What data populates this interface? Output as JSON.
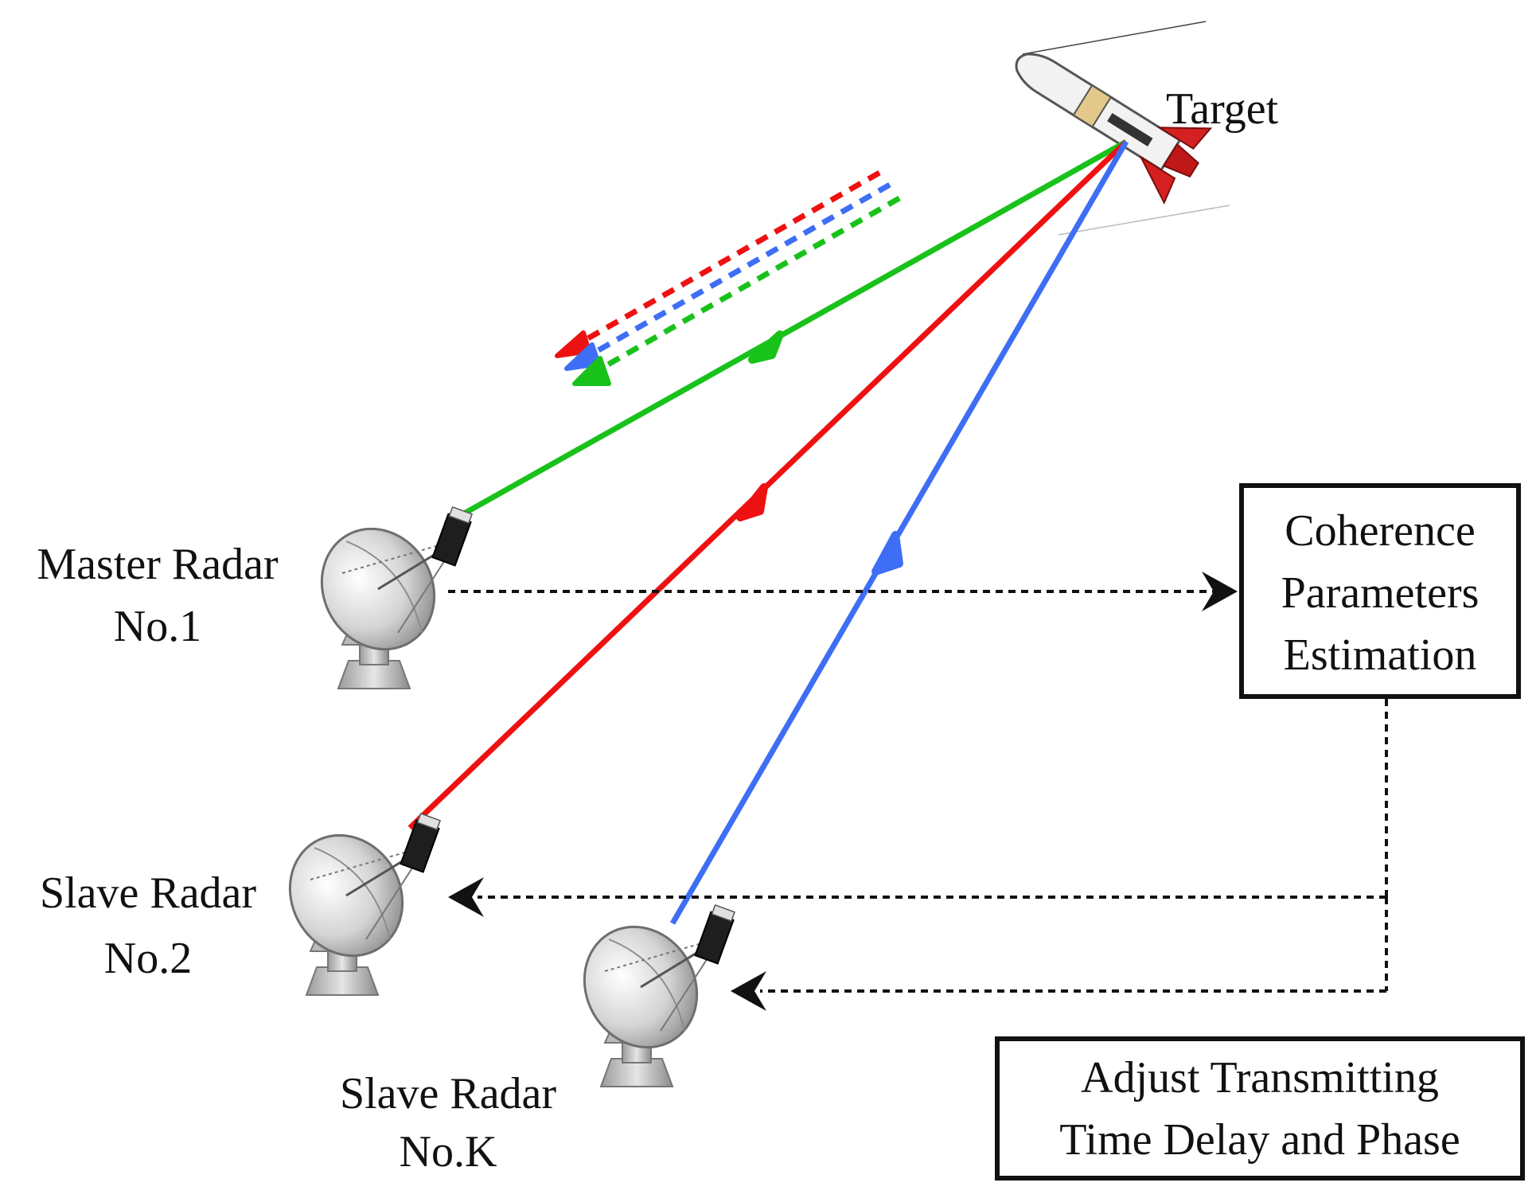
{
  "labels": {
    "target": "Target",
    "master_line1": "Master Radar",
    "master_line2": "No.1",
    "slave2_line1": "Slave Radar",
    "slave2_line2": "No.2",
    "slavek_line1": "Slave Radar",
    "slavek_line2": "No.K"
  },
  "boxes": {
    "coherence": [
      "Coherence",
      "Parameters",
      "Estimation"
    ],
    "adjust": [
      "Adjust Transmitting",
      "Time Delay and Phase"
    ]
  },
  "colors": {
    "master_link": "#19c21b",
    "slave2_link": "#ee1111",
    "slavek_link": "#3d6ef5",
    "control_link": "#111111",
    "radar_body": "#cfcfcf",
    "rocket_body": "#f2f2f2",
    "rocket_fin": "#d42020"
  },
  "icons": {
    "radar": "radar-dish-icon",
    "target": "rocket-icon"
  }
}
